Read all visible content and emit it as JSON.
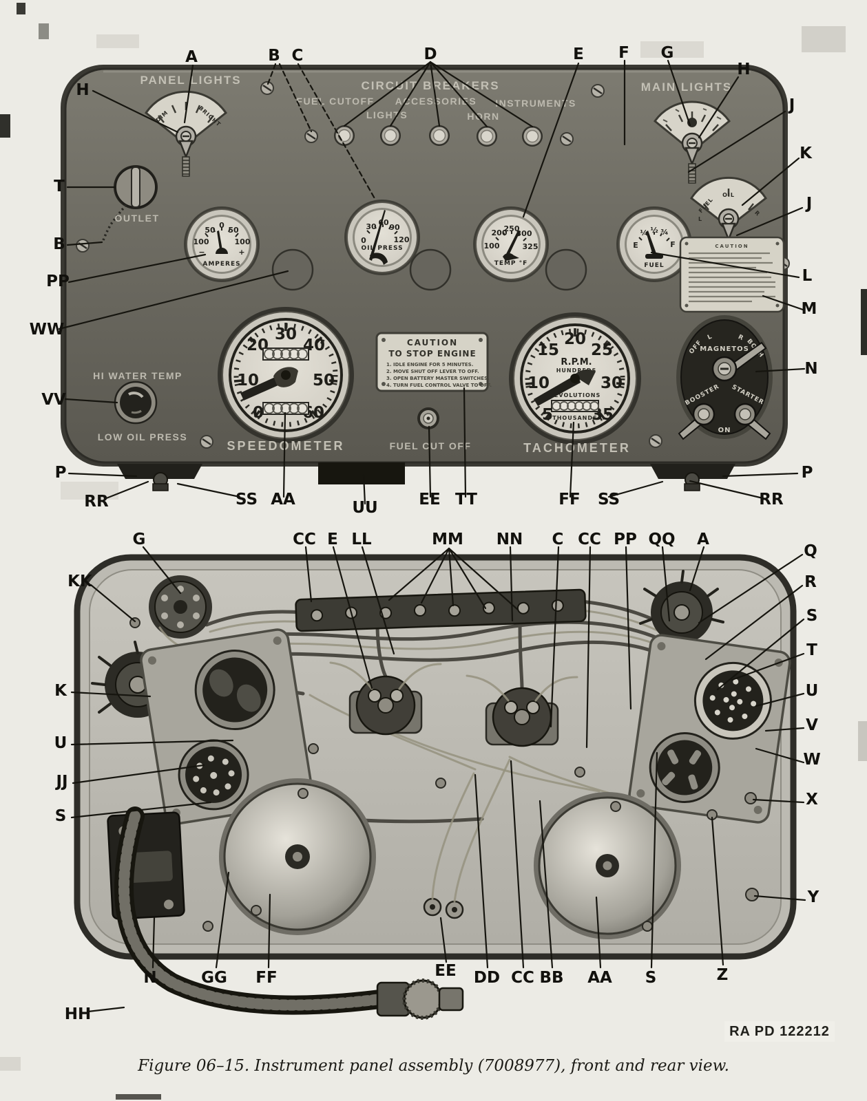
{
  "page": {
    "caption": "Figure 06–15. Instrument panel assembly (7008977), front and rear view.",
    "stamp": "RA PD 122212"
  },
  "front": {
    "panel_lights": "PANEL LIGHTS",
    "dim": "DIM",
    "bright": "BRIGHT",
    "circuit_breakers": "CIRCUIT BREAKERS",
    "fuel_cutoff": "FUEL CUTOFF",
    "accessories": "ACCESSORIES",
    "instruments": "INSTRUMENTS",
    "lights": "LIGHTS",
    "horn": "HORN",
    "main_lights": "MAIN LIGHTS",
    "outlet": "OUTLET",
    "sel_fuel": "FUEL",
    "sel_oil": "OIL",
    "sel_l": "L",
    "sel_r": "R",
    "hi_water": "HI WATER TEMP",
    "low_oil": "LOW OIL PRESS",
    "speedometer": "SPEEDOMETER",
    "fuel_cut_off": "FUEL CUT OFF",
    "tachometer": "TACHOMETER",
    "amm": {
      "label": "AMPERES",
      "a": "100",
      "b": "50",
      "c": "0",
      "d": "50",
      "e": "100",
      "minus": "−",
      "plus": "+"
    },
    "oil": {
      "label": "OIL PRESS",
      "a": "0",
      "b": "30",
      "c": "60",
      "d": "90",
      "e": "120"
    },
    "temp": {
      "label": "TEMP °F",
      "a": "100",
      "b": "200",
      "c": "250",
      "d": "300",
      "e": "325"
    },
    "fuel": {
      "label": "FUEL",
      "a": "E",
      "b": "¼",
      "c": "½",
      "d": "¾",
      "e": "F"
    },
    "speedo": {
      "n0": "0",
      "n10": "10",
      "n20": "20",
      "n30": "30",
      "n40": "40",
      "n50": "50",
      "n60": "60"
    },
    "tach": {
      "n5": "5",
      "n10": "10",
      "n15": "15",
      "n20": "20",
      "n25": "25",
      "n30": "30",
      "n35": "35",
      "rpm": "R.P.M.",
      "hundreds": "HUNDREDS",
      "rev": "REVOLUTIONS",
      "thou": "THOUSANDS"
    },
    "caution": {
      "title": "CAUTION",
      "sub": "TO STOP ENGINE",
      "l1": "1. IDLE ENGINE FOR 5 MINUTES.",
      "l2": "2. MOVE SHUT OFF LEVER TO OFF.",
      "l3": "3. OPEN BATTERY MASTER SWITCHES.",
      "l4": "4. TURN FUEL CONTROL VALVE TO OFF."
    },
    "caution2": {
      "title": "CAUTION"
    },
    "mag": {
      "off": "OFF",
      "l": "L",
      "name": "MAGNETOS",
      "r": "R",
      "both": "BOTH",
      "booster": "BOOSTER",
      "starter": "STARTER",
      "on": "ON"
    }
  },
  "co_f": {
    "h1": "H",
    "a": "A",
    "b1": "B",
    "c": "C",
    "d": "D",
    "e": "E",
    "f": "F",
    "g": "G",
    "h2": "H",
    "j1": "J",
    "k": "K",
    "j2": "J",
    "t": "T",
    "b2": "B",
    "pp": "PP",
    "ww": "WW",
    "vv": "VV",
    "l": "L",
    "m": "M",
    "n": "N",
    "p1": "P",
    "p2": "P",
    "rr1": "RR",
    "ss1": "SS",
    "aa": "AA",
    "uu": "UU",
    "ee": "EE",
    "tt": "TT",
    "ff": "FF",
    "ss2": "SS",
    "rr2": "RR"
  },
  "co_r": {
    "g": "G",
    "cc1": "CC",
    "e": "E",
    "ll": "LL",
    "mm": "MM",
    "nn": "NN",
    "c": "C",
    "cc2": "CC",
    "pp": "PP",
    "qq": "QQ",
    "a": "A",
    "q": "Q",
    "r": "R",
    "s1": "S",
    "t": "T",
    "u1": "U",
    "v": "V",
    "w": "W",
    "x": "X",
    "y": "Y",
    "kk": "KK",
    "k": "K",
    "u2": "U",
    "jj": "JJ",
    "s2": "S",
    "n": "N",
    "gg": "GG",
    "ff": "FF",
    "ee": "EE",
    "dd": "DD",
    "cc3": "CC",
    "bb": "BB",
    "aa": "AA",
    "s3": "S",
    "z": "Z",
    "hh": "HH"
  }
}
